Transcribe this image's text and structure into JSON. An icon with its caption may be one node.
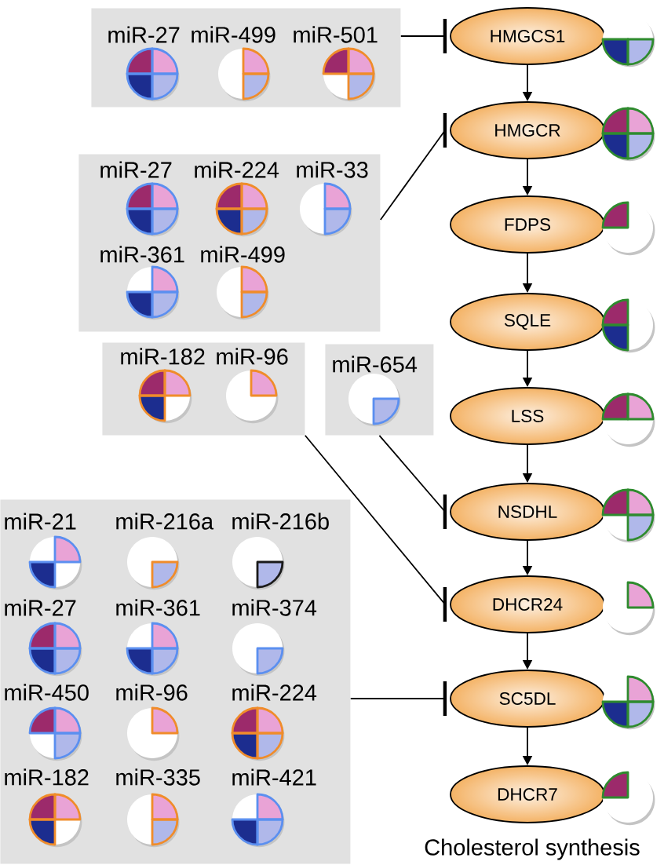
{
  "diagram": {
    "caption": "Cholesterol synthesis",
    "nodes": [
      {
        "text": [
          "miR-27",
          "miR-499",
          "miR-501"
        ]
      },
      {
        "text": [
          "miR-27",
          "miR-224",
          "miR-33",
          "miR-361",
          "miR-499"
        ]
      },
      {
        "text": [
          "miR-182",
          "miR-96"
        ]
      },
      {
        "text": [
          "miR-654"
        ]
      },
      {
        "text": [
          "miR-21",
          "miR-216a",
          "miR-216b",
          "miR-27",
          "miR-361",
          "miR-374",
          "miR-450",
          "miR-96",
          "miR-224",
          "miR-182",
          "miR-335",
          "miR-421"
        ]
      },
      {
        "text": [
          "HMGCS1"
        ]
      },
      {
        "text": [
          "HMGCR"
        ]
      },
      {
        "text": [
          "FDPS"
        ]
      },
      {
        "text": [
          "SQLE"
        ]
      },
      {
        "text": [
          "LSS"
        ]
      },
      {
        "text": [
          "NSDHL"
        ]
      },
      {
        "text": [
          "DHCR24"
        ]
      },
      {
        "text": [
          "SC5DL"
        ]
      },
      {
        "text": [
          "DHCR7"
        ]
      }
    ],
    "edges": [
      {
        "from": 0,
        "to": 5,
        "arrow": "other"
      },
      {
        "from": 1,
        "to": 6,
        "arrow": "other"
      },
      {
        "from": 3,
        "to": 10,
        "arrow": "other"
      },
      {
        "from": 2,
        "to": 11,
        "arrow": "other"
      },
      {
        "from": 4,
        "to": 12,
        "arrow": "other"
      },
      {
        "from": 5,
        "to": 6,
        "arrow": "to"
      },
      {
        "from": 6,
        "to": 7,
        "arrow": "to"
      },
      {
        "from": 7,
        "to": 8,
        "arrow": "to"
      },
      {
        "from": 8,
        "to": 9,
        "arrow": "to"
      },
      {
        "from": 9,
        "to": 10,
        "arrow": "to"
      },
      {
        "from": 10,
        "to": 11,
        "arrow": "to"
      },
      {
        "from": 11,
        "to": 12,
        "arrow": "to"
      },
      {
        "from": 12,
        "to": 13,
        "arrow": "to"
      }
    ]
  }
}
